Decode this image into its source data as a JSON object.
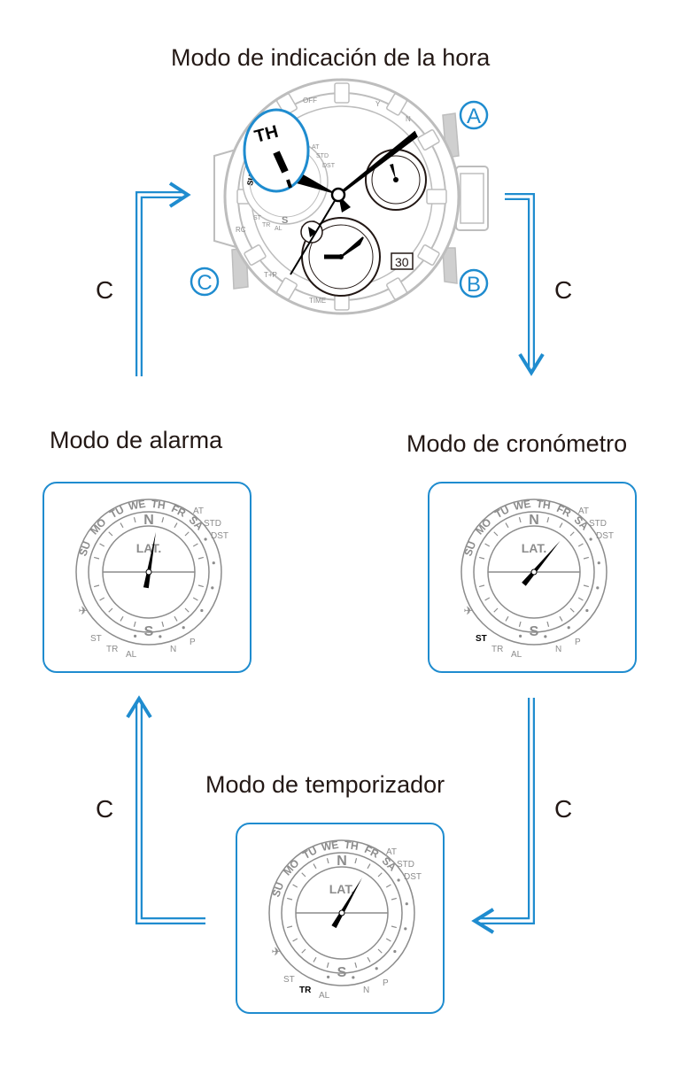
{
  "modes": {
    "timekeeping": "Modo de indicación de la hora",
    "alarm": "Modo de alarma",
    "stopwatch": "Modo de cronómetro",
    "timer": "Modo de temporizador"
  },
  "buttons": {
    "a": "A",
    "b": "B",
    "c": "C"
  },
  "transition_label": "C",
  "watch": {
    "highlight": "TH",
    "bezel": [
      "OFF",
      "Y",
      "N",
      "RC",
      "T+P",
      "TIME"
    ],
    "date": "30",
    "indicators": [
      "AT",
      "STD",
      "DST",
      "ST",
      "TR",
      "AL",
      "N",
      "P",
      "S"
    ],
    "days": [
      "SU",
      "MO"
    ]
  },
  "dial": {
    "days": [
      "SU",
      "MO",
      "TU",
      "WE",
      "TH",
      "FR",
      "SA"
    ],
    "top": "N",
    "bottom": "S",
    "center": "LAT.",
    "right": [
      "AT",
      "STD",
      "DST"
    ],
    "bottom_marks": [
      "ST",
      "TR",
      "AL",
      "N",
      "P"
    ],
    "plane": "✈"
  },
  "colors": {
    "accent": "#1f8ccf",
    "ink": "#231815",
    "gray": "#8c8c8c",
    "highlight_text": "#000000"
  }
}
